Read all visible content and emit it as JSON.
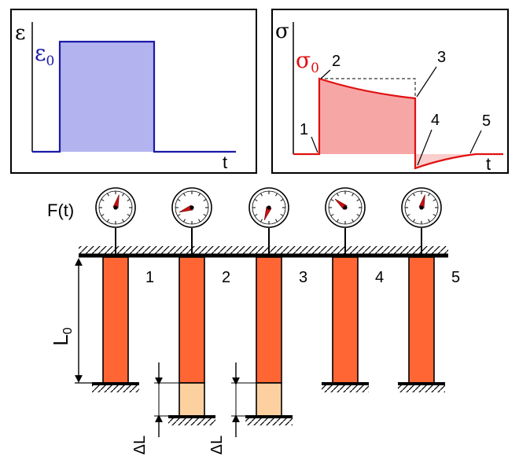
{
  "strain_panel": {
    "axis_label": "ε",
    "level_symbol": "ε",
    "level_subscript": "0",
    "time_label": "t",
    "color_line": "#1a1aa6",
    "color_fill": "#b3b3f0"
  },
  "stress_panel": {
    "axis_label": "σ",
    "level_symbol": "σ",
    "level_subscript": "0",
    "time_label": "t",
    "points": [
      "1",
      "2",
      "3",
      "4",
      "5"
    ],
    "color_line": "#e01010",
    "color_fill": "#f7a6a6"
  },
  "force_label": "F(t)",
  "rods": {
    "numbers": [
      "1",
      "2",
      "3",
      "4",
      "5"
    ],
    "length_symbol": "L",
    "length_subscript": "0",
    "elongation_label": "ΔL",
    "color_rod": "#ff6633",
    "color_extension": "#fdd0a0",
    "color_needle": "#cc1010"
  }
}
